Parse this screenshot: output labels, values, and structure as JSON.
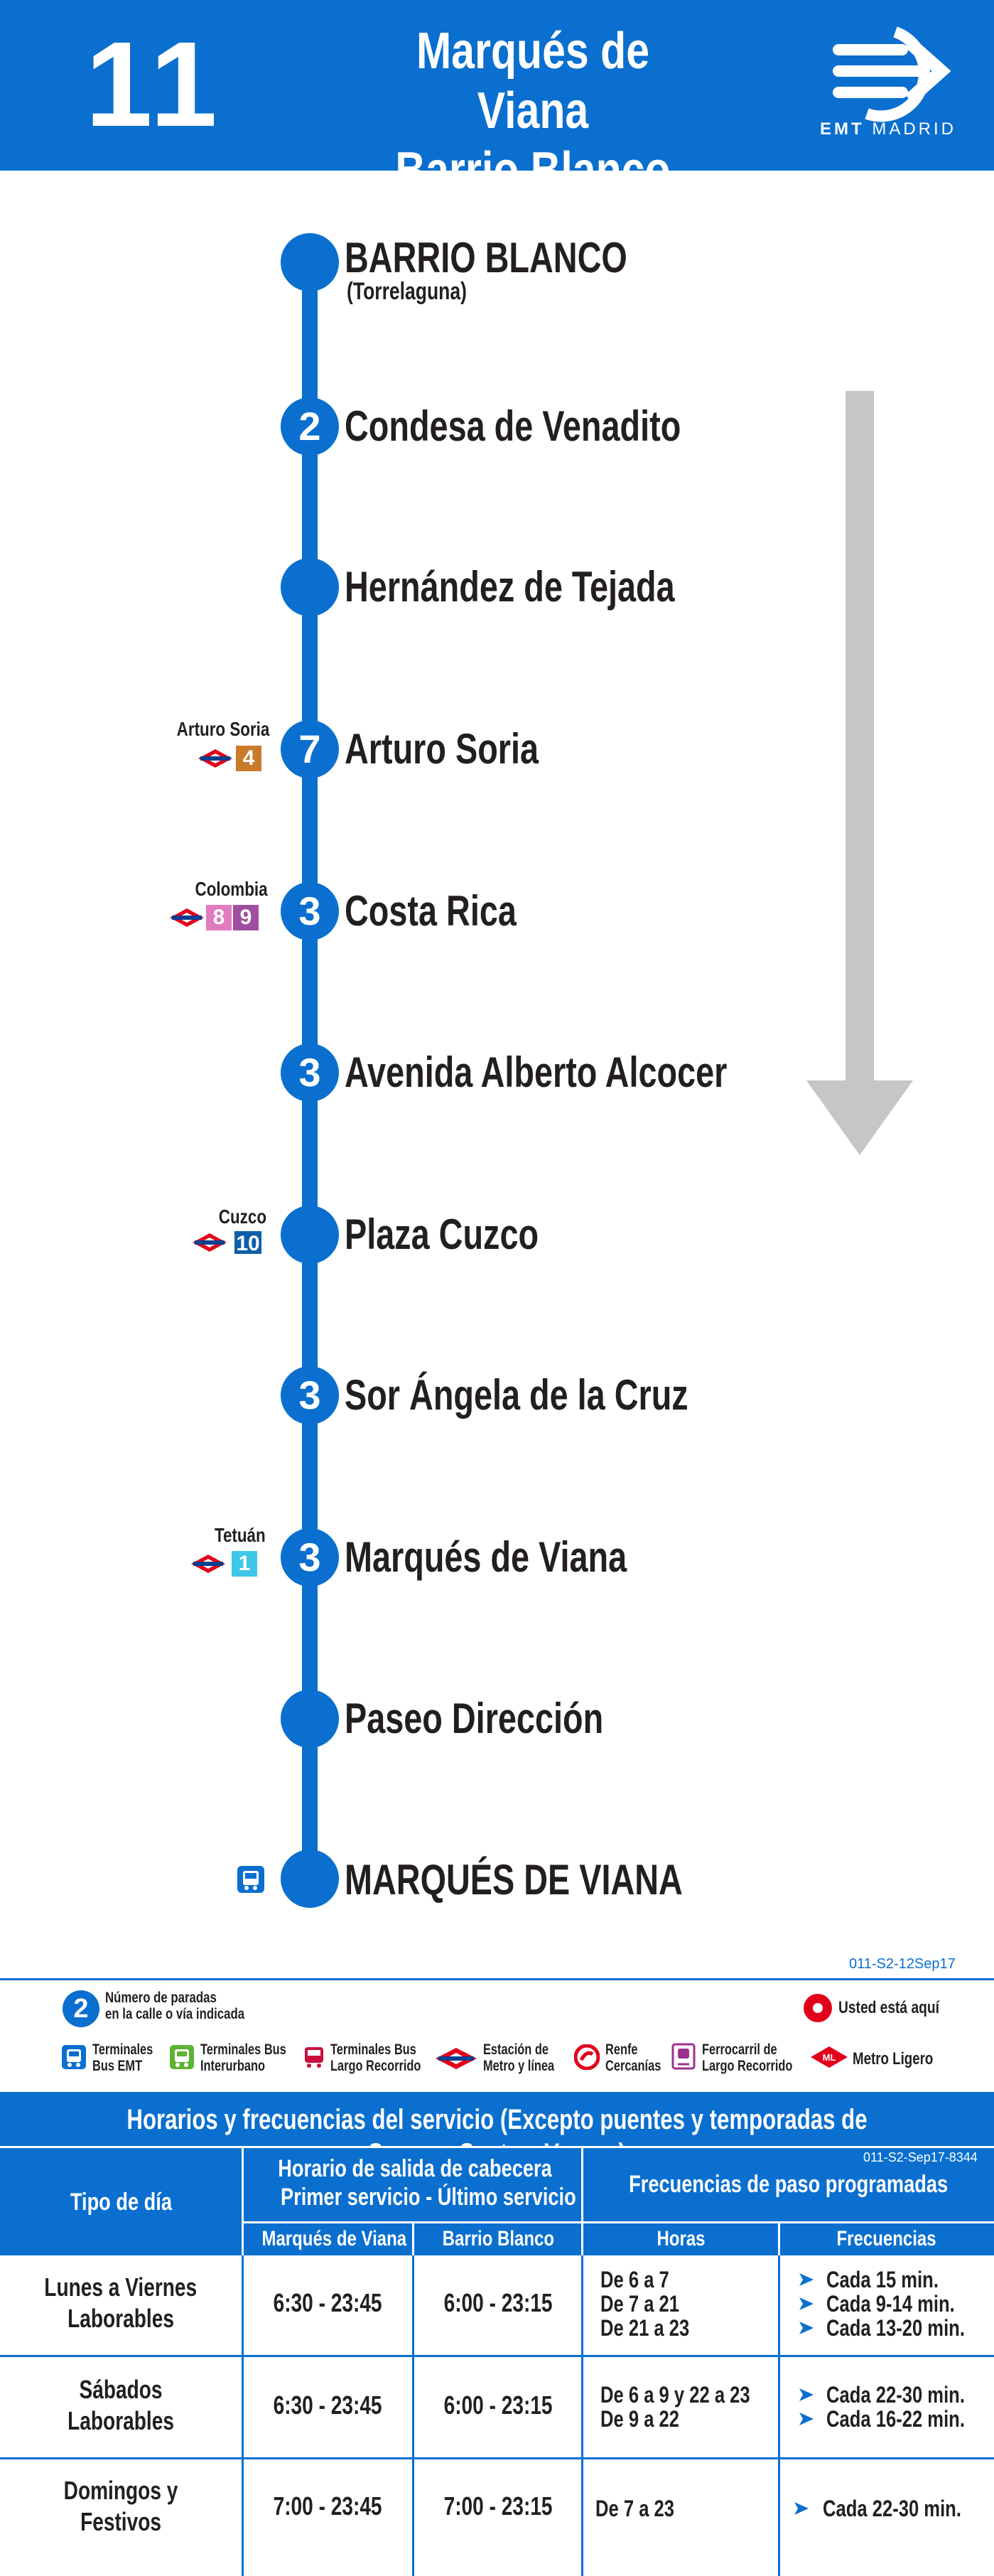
{
  "header": {
    "line_number": "11",
    "title_line1": "Marqués de Viana",
    "title_line2": "Barrio Blanco",
    "logo_bold": "EMT",
    "logo_text": "MADRID",
    "colors": {
      "brand_blue": "#0a6fcf",
      "arrow_gray": "#c6c6c6"
    }
  },
  "stops": [
    {
      "name": "BARRIO BLANCO",
      "sub": "(Torrelaguna)",
      "count": ""
    },
    {
      "name": "Condesa de Venadito",
      "count": "2"
    },
    {
      "name": "Hernández de Tejada",
      "count": ""
    },
    {
      "name": "Arturo Soria",
      "count": "7",
      "connection": {
        "station": "Arturo Soria",
        "lines": [
          "4"
        ]
      }
    },
    {
      "name": "Costa Rica",
      "count": "3",
      "connection": {
        "station": "Colombia",
        "lines": [
          "8",
          "9"
        ]
      }
    },
    {
      "name": "Avenida Alberto Alcocer",
      "count": "3"
    },
    {
      "name": "Plaza Cuzco",
      "count": "",
      "connection": {
        "station": "Cuzco",
        "lines": [
          "10"
        ]
      }
    },
    {
      "name": "Sor Ángela de la Cruz",
      "count": "3"
    },
    {
      "name": "Marqués de Viana",
      "count": "3",
      "connection": {
        "station": "Tetuán",
        "lines": [
          "1"
        ]
      }
    },
    {
      "name": "Paseo Dirección",
      "count": ""
    },
    {
      "name": "MARQUÉS DE VIANA",
      "count": "",
      "terminal_icon": "bus-terminal-icon"
    }
  ],
  "metro_line_colors": {
    "1": "#3ec7e8",
    "4": "#c97a2b",
    "8": "#e07bc0",
    "9": "#a04fa0",
    "10": "#0b5fa8"
  },
  "legend": {
    "code": "011-S2-12Sep17",
    "stops_count_sample": "2",
    "stops_count_label1": "Número de paradas",
    "stops_count_label2": "en la calle o vía indicada",
    "you_are_here": "Usted está aquí",
    "items": [
      {
        "icon": "emt-terminal-icon",
        "l1": "Terminales",
        "l2": "Bus EMT"
      },
      {
        "icon": "interurban-terminal-icon",
        "l1": "Terminales Bus",
        "l2": "Interurbano"
      },
      {
        "icon": "long-distance-bus-icon",
        "l1": "Terminales Bus",
        "l2": "Largo Recorrido"
      },
      {
        "icon": "metro-icon",
        "l1": "Estación de",
        "l2": "Metro y línea"
      },
      {
        "icon": "renfe-icon",
        "l1": "Renfe",
        "l2": "Cercanías"
      },
      {
        "icon": "train-icon",
        "l1": "Ferrocarril de",
        "l2": "Largo Recorrido"
      },
      {
        "icon": "light-rail-icon",
        "l1": "Metro Ligero",
        "l2": ""
      }
    ]
  },
  "timetable": {
    "title": "Horarios y frecuencias del servicio (Excepto puentes y temporadas de Semana Santa y Verano)",
    "code": "011-S2-Sep17-8344",
    "col_day_type": "Tipo de día",
    "col_departure_1": "Horario de salida de cabecera",
    "col_departure_2": "Primer servicio - Último servicio",
    "col_terminal_a": "Marqués de Viana",
    "col_terminal_b": "Barrio Blanco",
    "col_frequencies": "Frecuencias de paso programadas",
    "col_hours": "Horas",
    "col_freq": "Frecuencias",
    "rows": [
      {
        "day1": "Lunes a Viernes",
        "day2": "Laborables",
        "a": "6:30 - 23:45",
        "b": "6:00 - 23:15",
        "hours": [
          "De 6 a 7",
          "De 7 a 21",
          "De 21 a 23"
        ],
        "freqs": [
          "Cada 15 min.",
          "Cada 9-14 min.",
          "Cada 13-20 min."
        ]
      },
      {
        "day1": "Sábados",
        "day2": "Laborables",
        "a": "6:30 - 23:45",
        "b": "6:00 - 23:15",
        "hours": [
          "De 6 a 9 y 22 a 23",
          "De 9 a 22"
        ],
        "freqs": [
          "Cada 22-30 min.",
          "Cada 16-22 min."
        ]
      },
      {
        "day1": "Domingos y",
        "day2": "Festivos",
        "a": "7:00 - 23:45",
        "b": "7:00 - 23:15",
        "hours": [
          "De 7 a 23"
        ],
        "freqs": [
          "Cada 22-30 min."
        ]
      }
    ]
  }
}
